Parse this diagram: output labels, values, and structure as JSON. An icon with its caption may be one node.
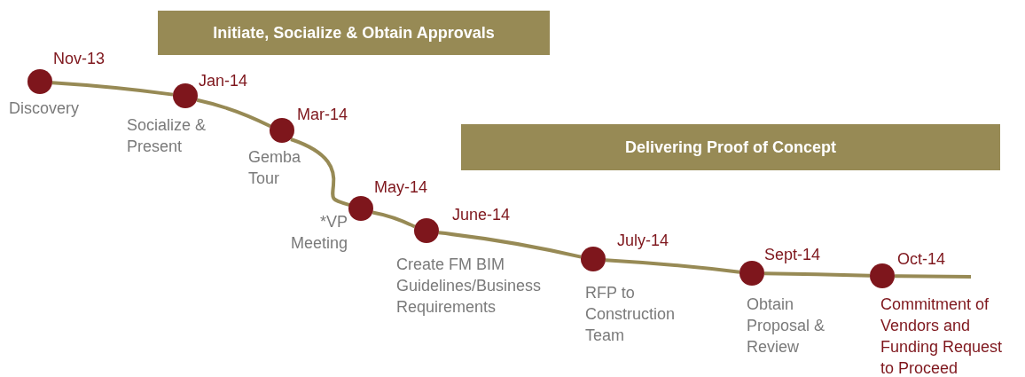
{
  "diagram": {
    "nodes": [
      {
        "text": [
          "Initiate, Socialize & Obtain Approvals"
        ]
      },
      {
        "text": [
          "Delivering Proof of Concept"
        ]
      },
      {
        "text": [
          "Nov-13",
          "Discovery"
        ]
      },
      {
        "text": [
          "Jan-14",
          "Socialize & Present"
        ]
      },
      {
        "text": [
          "Mar-14",
          "Gemba Tour"
        ]
      },
      {
        "text": [
          "May-14",
          "*VP Meeting"
        ]
      },
      {
        "text": [
          "June-14",
          "Create FM BIM Guidelines/Business Requirements"
        ]
      },
      {
        "text": [
          "July-14",
          "RFP to Construction Team"
        ]
      },
      {
        "text": [
          "Sept-14",
          "Obtain Proposal & Review"
        ]
      },
      {
        "text": [
          "Oct-14",
          "Commitment of Vendors and Funding Request to Proceed"
        ]
      }
    ],
    "edges": [
      {
        "from": 2,
        "to": 3,
        "arrow": "none"
      },
      {
        "from": 3,
        "to": 4,
        "arrow": "none"
      },
      {
        "from": 4,
        "to": 5,
        "arrow": "none"
      },
      {
        "from": 5,
        "to": 6,
        "arrow": "none"
      },
      {
        "from": 6,
        "to": 7,
        "arrow": "none"
      },
      {
        "from": 7,
        "to": 8,
        "arrow": "none"
      },
      {
        "from": 8,
        "to": 9,
        "arrow": "none"
      },
      {
        "from": 9,
        "to": null,
        "arrow": "none"
      }
    ]
  }
}
